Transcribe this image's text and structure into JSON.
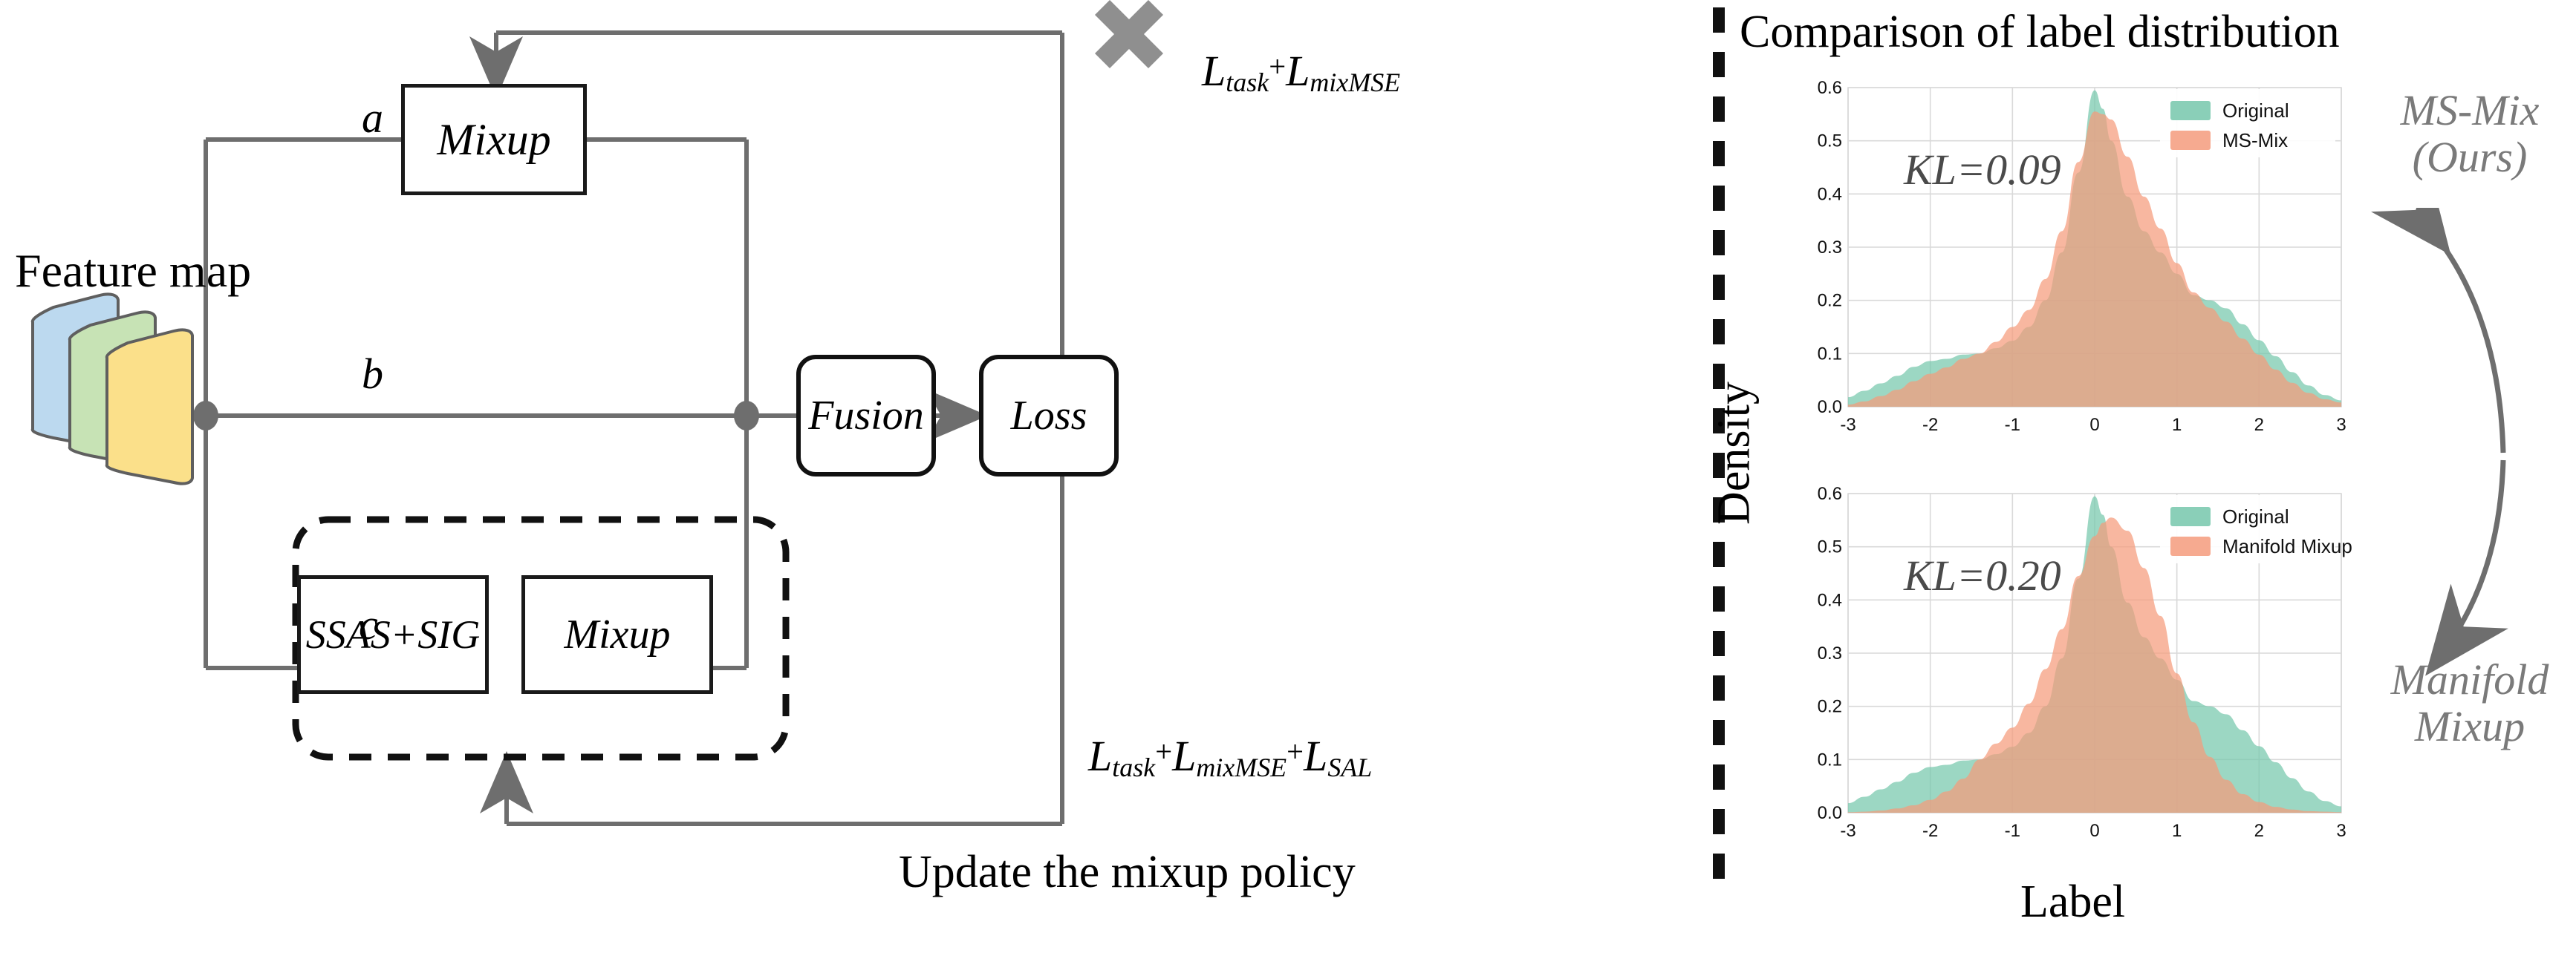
{
  "diagram": {
    "feature_map_label": "Feature map",
    "branches": [
      {
        "id": "a",
        "label": "a"
      },
      {
        "id": "b",
        "label": "b"
      },
      {
        "id": "c",
        "label": "c"
      }
    ],
    "boxes": {
      "mixup_top": "Mixup",
      "ssas_sig": "SSAS+SIG",
      "mixup_bottom": "Mixup",
      "fusion": "Fusion",
      "loss": "Loss"
    },
    "loss_top": {
      "parts": [
        "L",
        "task",
        "+",
        "L",
        "mixMSE"
      ],
      "plain": "Ltask+LmixMSE"
    },
    "loss_bottom": {
      "parts": [
        "L",
        "task",
        "+",
        "L",
        "mixMSE",
        "+",
        "L",
        "SAL"
      ],
      "plain": "Ltask+LmixMSE+LSAL"
    },
    "update_caption": "Update the mixup policy",
    "cross_marker": "x-cross-icon",
    "colors": {
      "line": "#6e6e6e",
      "box_border": "#1a1a1a",
      "cross": "#8f8f8f",
      "node_dot": "#6e6e6e",
      "fmap_blue": "#bcd9ef",
      "fmap_green": "#c7e3b5",
      "fmap_yellow": "#fbe08a"
    }
  },
  "right": {
    "title": "Comparison of label distribution",
    "ylabel": "Density",
    "xlabel": "Label",
    "annotation_top": {
      "line1": "MS-Mix",
      "line2": "(Ours)"
    },
    "annotation_bottom": {
      "line1": "Manifold",
      "line2": "Mixup"
    },
    "divider": "dashed-vertical-divider"
  },
  "chart_data": [
    {
      "type": "area",
      "id": "top-kde",
      "title": "",
      "annotation": "KL=0.09",
      "kl": 0.09,
      "xlabel": "Label",
      "ylabel": "Density",
      "xlim": [
        -3,
        3
      ],
      "ylim": [
        0.0,
        0.6
      ],
      "xticks": [
        -3,
        -2,
        -1,
        0,
        1,
        2,
        3
      ],
      "yticks": [
        0.0,
        0.1,
        0.2,
        0.3,
        0.4,
        0.5,
        0.6
      ],
      "grid": true,
      "legend_position": "top-right",
      "legend": [
        "Original",
        "MS-Mix"
      ],
      "colors": [
        "#76c7ac",
        "#f59b7c"
      ],
      "x": [
        -3.0,
        -2.8,
        -2.6,
        -2.4,
        -2.2,
        -2.0,
        -1.8,
        -1.6,
        -1.4,
        -1.2,
        -1.0,
        -0.8,
        -0.6,
        -0.4,
        -0.2,
        0.0,
        0.1,
        0.2,
        0.4,
        0.6,
        0.8,
        1.0,
        1.2,
        1.4,
        1.6,
        1.8,
        2.0,
        2.2,
        2.4,
        2.6,
        2.8,
        3.0
      ],
      "series": [
        {
          "name": "Original",
          "values": [
            0.018,
            0.03,
            0.044,
            0.058,
            0.075,
            0.086,
            0.09,
            0.098,
            0.1,
            0.11,
            0.124,
            0.15,
            0.2,
            0.29,
            0.44,
            0.595,
            0.56,
            0.5,
            0.395,
            0.33,
            0.29,
            0.25,
            0.21,
            0.2,
            0.185,
            0.155,
            0.125,
            0.095,
            0.065,
            0.04,
            0.022,
            0.012
          ]
        },
        {
          "name": "MS-Mix",
          "values": [
            0.004,
            0.01,
            0.02,
            0.032,
            0.048,
            0.062,
            0.074,
            0.09,
            0.1,
            0.122,
            0.15,
            0.182,
            0.24,
            0.33,
            0.46,
            0.555,
            0.55,
            0.54,
            0.47,
            0.395,
            0.335,
            0.27,
            0.215,
            0.186,
            0.16,
            0.128,
            0.098,
            0.07,
            0.045,
            0.026,
            0.014,
            0.008
          ]
        }
      ]
    },
    {
      "type": "area",
      "id": "bottom-kde",
      "title": "",
      "annotation": "KL=0.20",
      "kl": 0.2,
      "xlabel": "Label",
      "ylabel": "Density",
      "xlim": [
        -3,
        3
      ],
      "ylim": [
        0.0,
        0.6
      ],
      "xticks": [
        -3,
        -2,
        -1,
        0,
        1,
        2,
        3
      ],
      "yticks": [
        0.0,
        0.1,
        0.2,
        0.3,
        0.4,
        0.5,
        0.6
      ],
      "grid": true,
      "legend_position": "top-right",
      "legend": [
        "Original",
        "Manifold Mixup"
      ],
      "colors": [
        "#76c7ac",
        "#f59b7c"
      ],
      "x": [
        -3.0,
        -2.8,
        -2.6,
        -2.4,
        -2.2,
        -2.0,
        -1.8,
        -1.6,
        -1.4,
        -1.2,
        -1.0,
        -0.8,
        -0.6,
        -0.4,
        -0.2,
        0.0,
        0.1,
        0.2,
        0.4,
        0.6,
        0.8,
        1.0,
        1.2,
        1.4,
        1.6,
        1.8,
        2.0,
        2.2,
        2.4,
        2.6,
        2.8,
        3.0
      ],
      "series": [
        {
          "name": "Original",
          "values": [
            0.018,
            0.03,
            0.044,
            0.058,
            0.075,
            0.086,
            0.09,
            0.098,
            0.1,
            0.11,
            0.124,
            0.15,
            0.2,
            0.29,
            0.44,
            0.595,
            0.56,
            0.5,
            0.395,
            0.33,
            0.29,
            0.25,
            0.21,
            0.2,
            0.185,
            0.155,
            0.125,
            0.095,
            0.065,
            0.04,
            0.022,
            0.012
          ]
        },
        {
          "name": "Manifold Mixup",
          "values": [
            0.001,
            0.002,
            0.004,
            0.008,
            0.014,
            0.024,
            0.04,
            0.064,
            0.1,
            0.13,
            0.16,
            0.205,
            0.27,
            0.345,
            0.445,
            0.52,
            0.545,
            0.555,
            0.53,
            0.46,
            0.37,
            0.262,
            0.17,
            0.105,
            0.062,
            0.035,
            0.02,
            0.011,
            0.006,
            0.003,
            0.002,
            0.001
          ]
        }
      ]
    }
  ]
}
